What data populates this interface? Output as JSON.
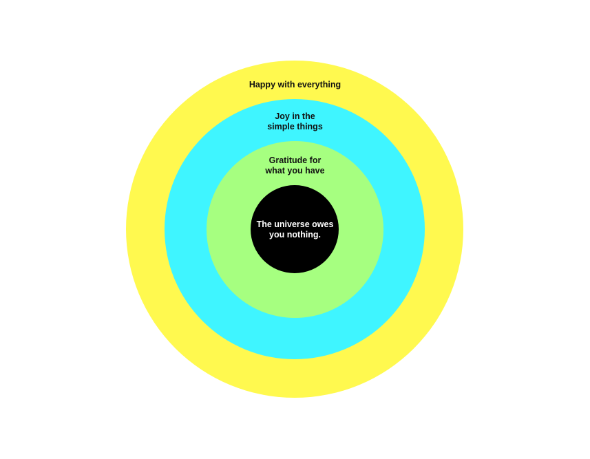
{
  "rings": [
    {
      "name": "outer",
      "lines": [
        "Happy with everything"
      ],
      "color": "#FFF94F"
    },
    {
      "name": "second",
      "lines": [
        "Joy in the",
        "simple things"
      ],
      "color": "#3FF5FF"
    },
    {
      "name": "third",
      "lines": [
        "Gratitude for",
        "what you have"
      ],
      "color": "#A6FF80"
    },
    {
      "name": "core",
      "lines": [
        "The universe owes",
        "you nothing."
      ],
      "color": "#000000"
    }
  ]
}
